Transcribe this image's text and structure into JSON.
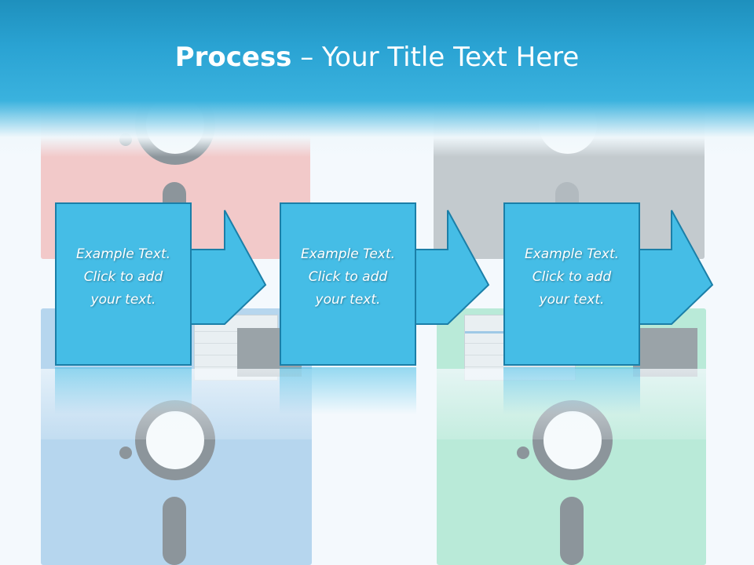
{
  "slide": {
    "title_bold": "Process",
    "title_rest": " – Your Title Text Here"
  },
  "steps": [
    {
      "lines": [
        "Example Text.",
        "Click  to add",
        "your text."
      ]
    },
    {
      "lines": [
        "Example Text.",
        "Click  to add",
        "your text."
      ]
    },
    {
      "lines": [
        "Example Text.",
        "Click  to add",
        "your text."
      ]
    }
  ],
  "colors": {
    "header": "#2aa3d3",
    "box_fill": "#45bde6",
    "box_border": "#1b7fa8",
    "disk_red": "#f2c9c9",
    "disk_gray": "#c3cace",
    "disk_blue": "#b6d6ee",
    "disk_green": "#b9ead8"
  }
}
